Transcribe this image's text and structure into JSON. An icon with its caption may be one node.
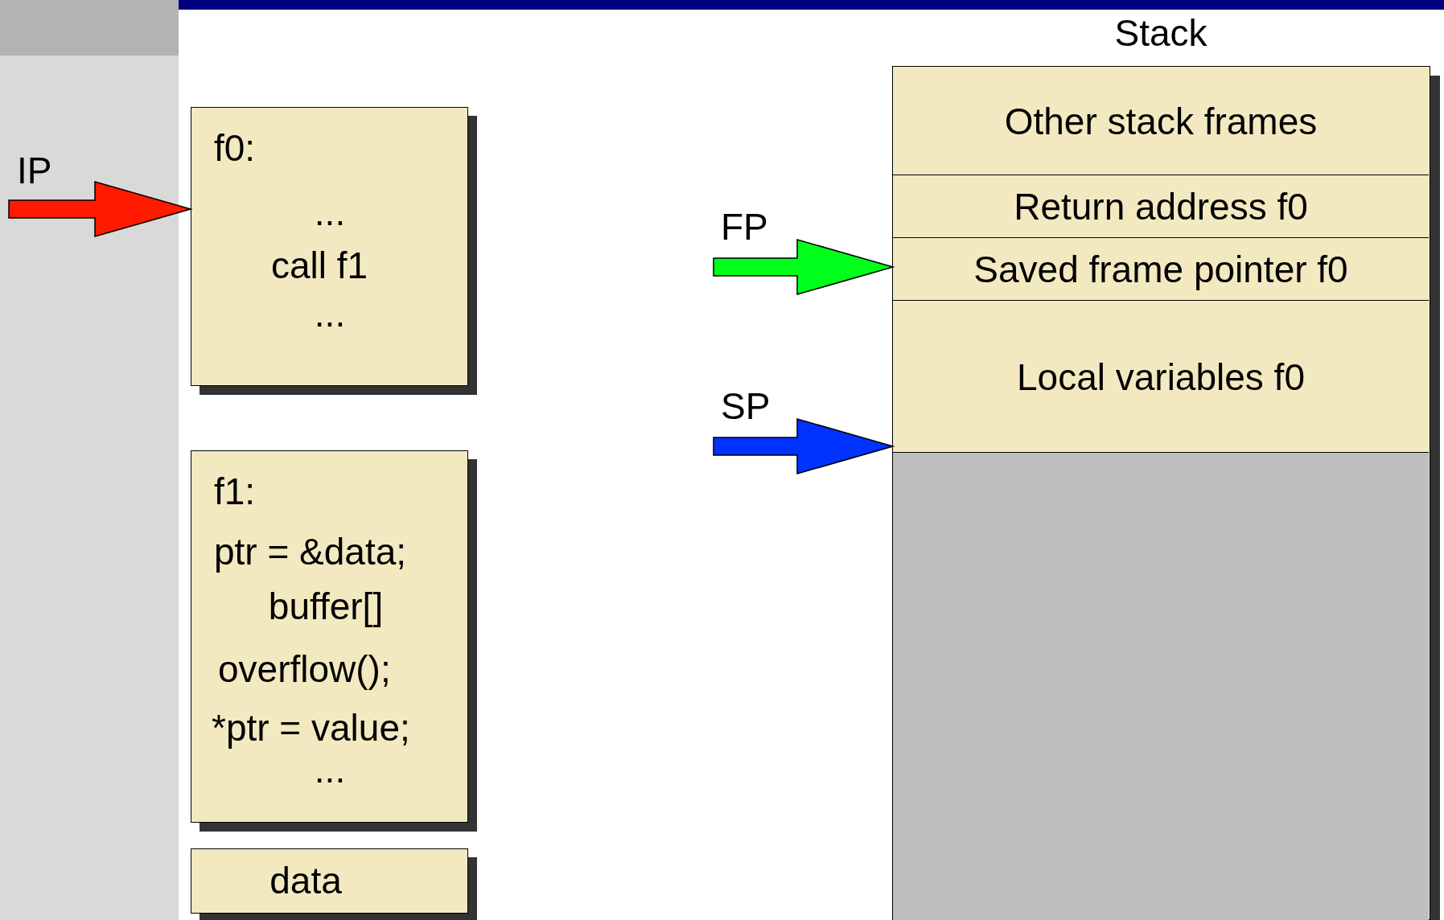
{
  "diagram": {
    "nodes": [
      {
        "text": [
          "Stack"
        ]
      },
      {
        "text": [
          "Other stack frames"
        ],
        "in": 0
      },
      {
        "text": [
          "Return address f0"
        ],
        "in": 0
      },
      {
        "text": [
          "Saved frame pointer f0"
        ],
        "in": 0
      },
      {
        "text": [
          "Local variables f0"
        ],
        "in": 0
      },
      {
        "text": [],
        "shape": "box",
        "in": 0
      },
      {
        "text": [
          "f0:",
          "...",
          "call f1",
          "..."
        ]
      },
      {
        "text": [
          "f1:",
          "ptr = &data;",
          "buffer[]",
          "overflow();",
          "*ptr = value;",
          "..."
        ]
      },
      {
        "text": [
          "data"
        ]
      }
    ],
    "edges": [
      {
        "from": null,
        "to": 6,
        "arrow": "to",
        "label": "IP",
        "color": "#ff1a00"
      },
      {
        "from": null,
        "to": 3,
        "arrow": "to",
        "label": "FP",
        "color": "#00ff1a"
      },
      {
        "from": null,
        "to": 4,
        "arrow": "to",
        "label": "SP",
        "color": "#0033ff"
      }
    ]
  }
}
